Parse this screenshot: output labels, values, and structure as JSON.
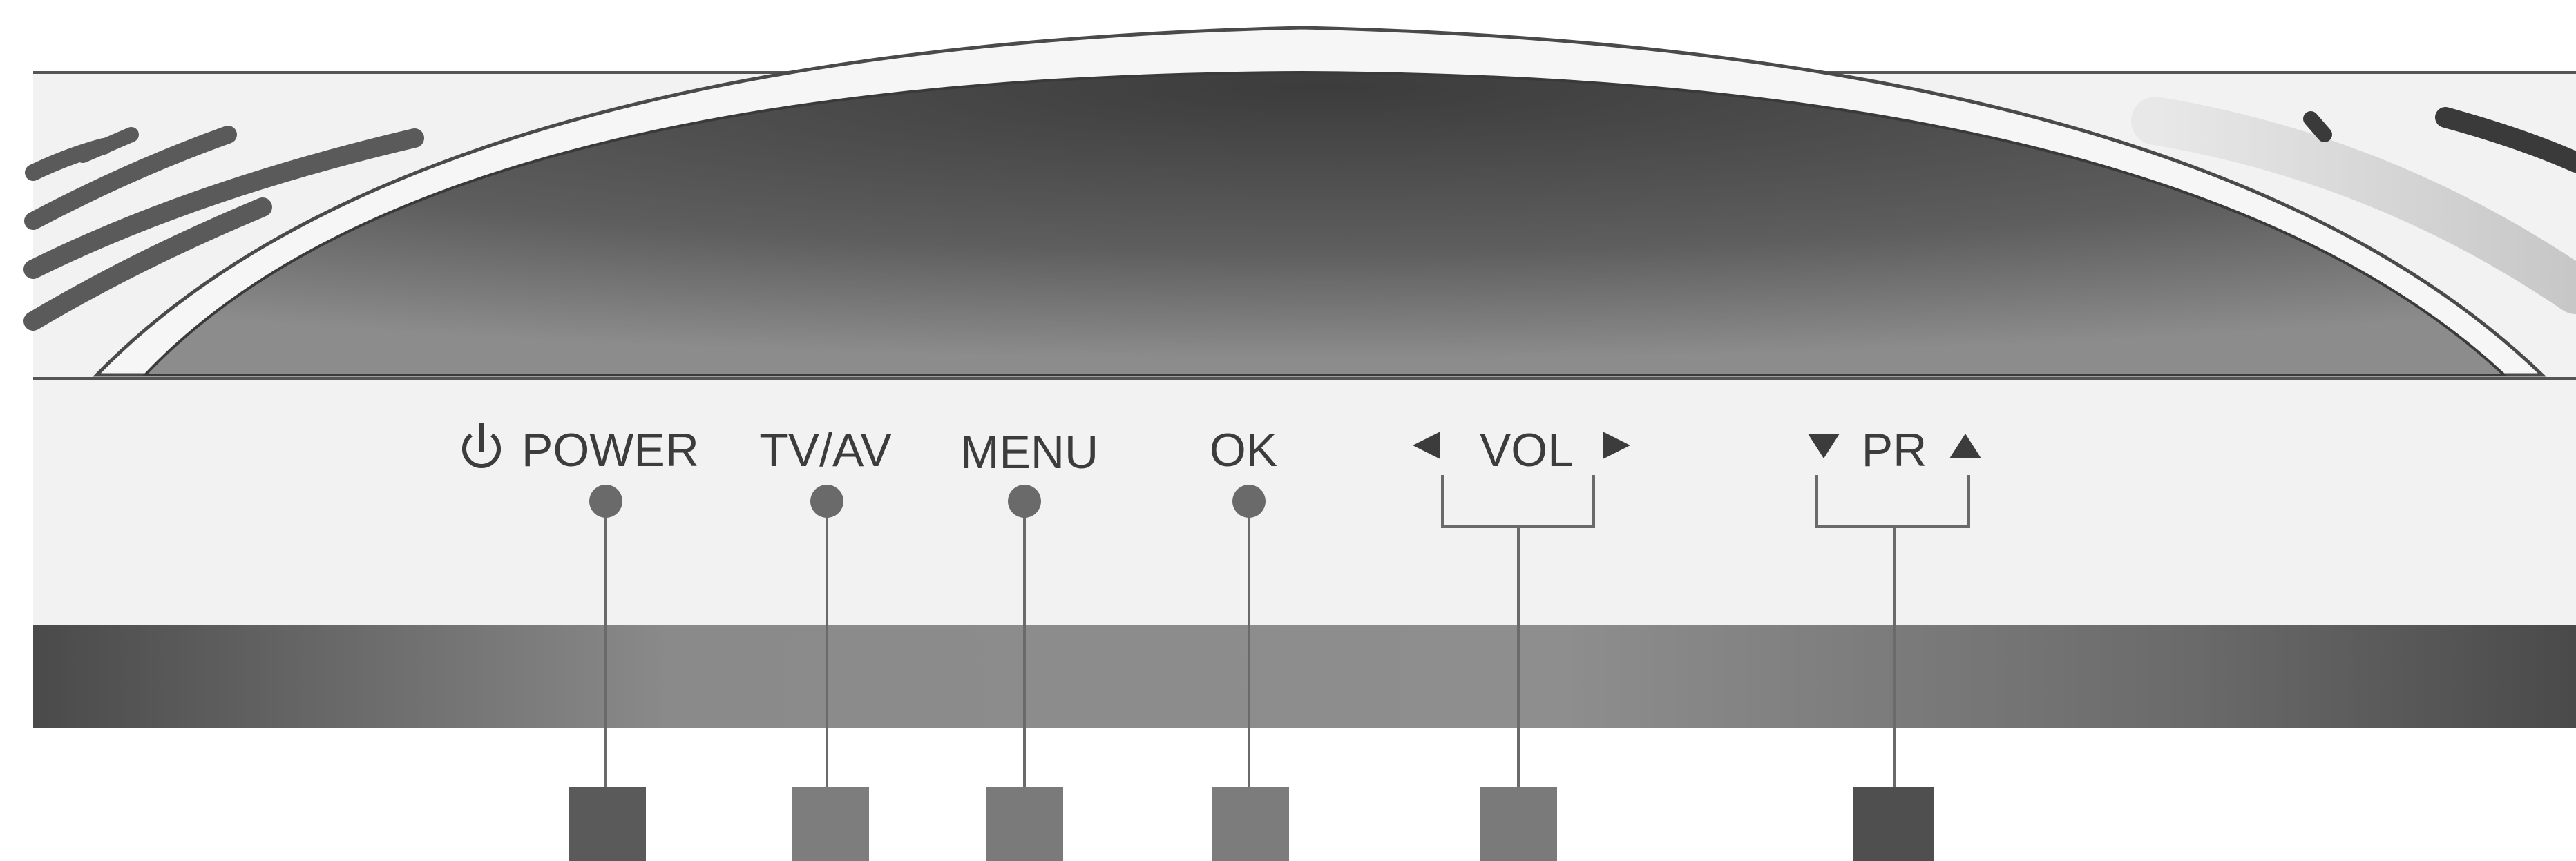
{
  "colors": {
    "panel": "#f1f1f1",
    "display_dark": "#3e3e3e",
    "display_light": "#8a8a8a",
    "strip_dark": "#4a4a4a",
    "strip_light": "#8c8c8c",
    "line": "#6a6a6a",
    "label": "#3c3c3c"
  },
  "controls": [
    {
      "id": "power",
      "label": "POWER",
      "icon": "power-icon"
    },
    {
      "id": "tvav",
      "label": "TV/AV"
    },
    {
      "id": "menu",
      "label": "MENU"
    },
    {
      "id": "ok",
      "label": "OK"
    },
    {
      "id": "vol",
      "label": "VOL",
      "icon_left": "triangle-left-icon",
      "icon_right": "triangle-right-icon"
    },
    {
      "id": "pr",
      "label": "PR",
      "icon_left": "triangle-down-icon",
      "icon_right": "triangle-up-icon"
    }
  ]
}
